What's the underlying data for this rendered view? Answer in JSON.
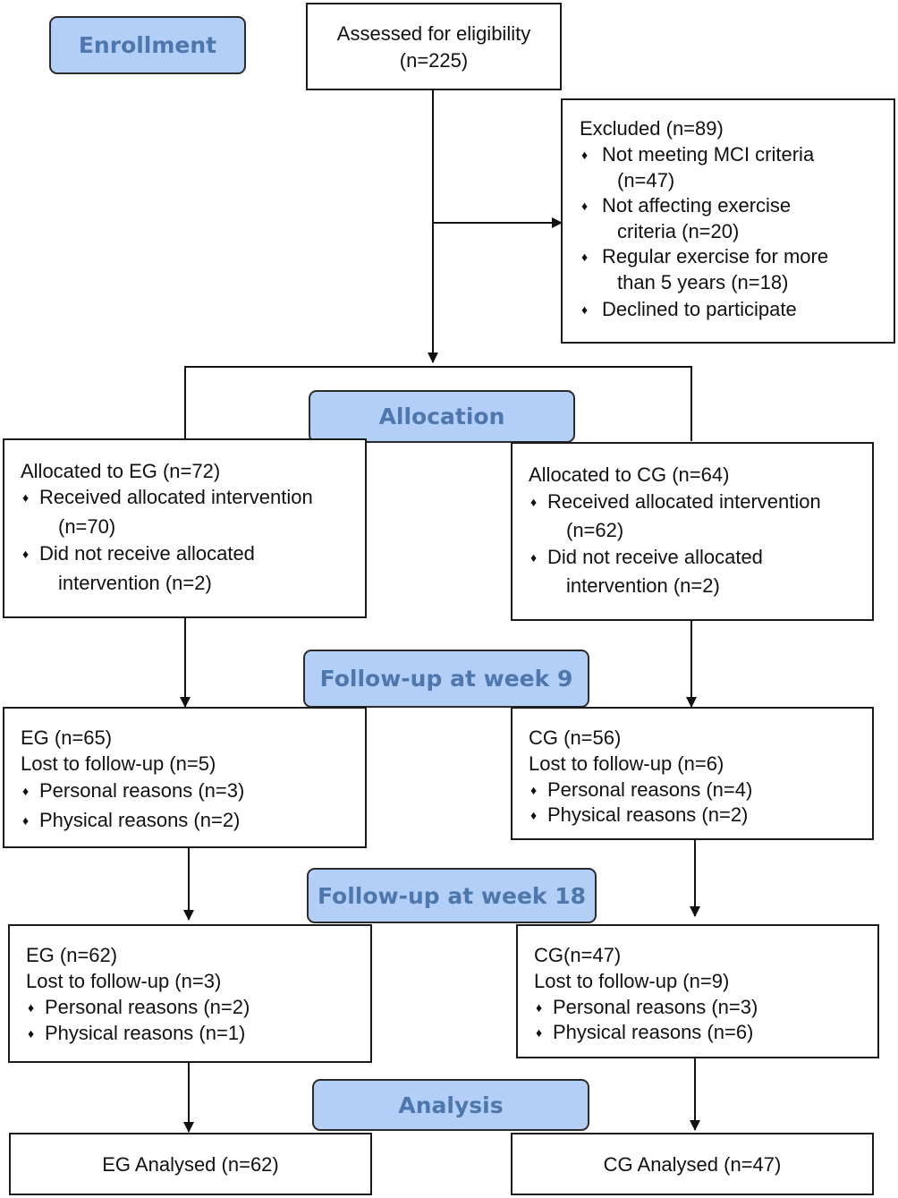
{
  "stages": {
    "enrollment": "Enrollment",
    "allocation": "Allocation",
    "followup9": "Follow-up at week 9",
    "followup18": "Follow-up at week 18",
    "analysis": "Analysis"
  },
  "assessed": {
    "line1": "Assessed for eligibility",
    "line2": "(n=225)"
  },
  "excluded": {
    "title": "Excluded (n=89)",
    "bullet": "♦",
    "items": [
      {
        "line1": "Not meeting MCI criteria",
        "line2": "(n=47)"
      },
      {
        "line1": "Not affecting exercise",
        "line2": "criteria (n=20)"
      },
      {
        "line1": "Regular exercise for more",
        "line2": "than 5 years (n=18)"
      },
      {
        "line1": "Declined to participate"
      }
    ]
  },
  "alloc_eg": {
    "title": "Allocated to EG (n=72)",
    "items": [
      {
        "line1": "Received allocated intervention",
        "line2": "(n=70)"
      },
      {
        "line1": "Did not receive allocated",
        "line2": "intervention (n=2)"
      }
    ]
  },
  "alloc_cg": {
    "title": "Allocated to CG (n=64)",
    "items": [
      {
        "line1": "Received allocated intervention",
        "line2": "(n=62)"
      },
      {
        "line1": "Did not receive allocated",
        "line2": "intervention (n=2)"
      }
    ]
  },
  "fu9_eg": {
    "title": "EG (n=65)",
    "lost": "Lost to follow-up (n=5)",
    "items": [
      "Personal reasons (n=3)",
      "Physical reasons (n=2)"
    ]
  },
  "fu9_cg": {
    "title": "CG (n=56)",
    "lost": "Lost to follow-up (n=6)",
    "items": [
      "Personal reasons (n=4)",
      "Physical reasons (n=2)"
    ]
  },
  "fu18_eg": {
    "title": "EG (n=62)",
    "lost": "Lost to follow-up (n=3)",
    "items": [
      "Personal reasons (n=2)",
      "Physical reasons (n=1)"
    ]
  },
  "fu18_cg": {
    "title": "CG(n=47)",
    "lost": "Lost to follow-up (n=9)",
    "items": [
      "Personal reasons (n=3)",
      "Physical reasons (n=6)"
    ]
  },
  "analysed_eg": "EG Analysed (n=62)",
  "analysed_cg": "CG Analysed (n=47)"
}
